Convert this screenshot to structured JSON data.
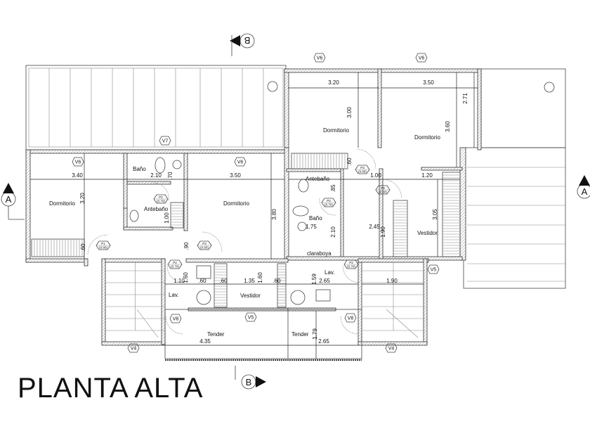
{
  "title": "PLANTA ALTA",
  "section_markers": {
    "a_left": "A",
    "a_right": "A",
    "b_top": "B",
    "b_bottom": "B"
  },
  "rooms": [
    "Dormitorio",
    "Dormitorio",
    "Dormitorio",
    "Baño",
    "Antebaño",
    "Dormitorio",
    "Antebaño",
    "Baño",
    "claraboya",
    "Vestidor",
    "Lav.",
    "Vestidor",
    "Lav.",
    "Tender",
    "Tender"
  ],
  "dimensions": [
    "3.20",
    "3.50",
    "3.00",
    "3.60",
    "2.71",
    "3.40",
    "2.10",
    "3.50",
    "3.20",
    ".70",
    "1.00",
    "3.80",
    ".60",
    ".90",
    ".60",
    "1.00",
    "1.20",
    ".85",
    "1.75",
    "2.10",
    "2.45",
    "1.90",
    "3.05",
    "1.10",
    "1.60",
    ".60",
    ".60",
    "1.35",
    "1.60",
    ".60",
    "1.59",
    "2.65",
    "1.90",
    "4.35",
    "1.79",
    "2.65"
  ],
  "window_tags": [
    "V6",
    "V6",
    "V7",
    "V6",
    "V6",
    "V5",
    "V5",
    "V8",
    "V8",
    "V4",
    "V4"
  ],
  "door_tags": [
    {
      "id": "P1",
      "size": "(0.80)"
    },
    {
      "id": "P2",
      "size": "(0.70)"
    },
    {
      "id": "P3",
      "size": "(0.80)"
    },
    {
      "id": "P2",
      "size": "(0.70)"
    },
    {
      "id": "P3",
      "size": "(0.80)"
    },
    {
      "id": "P3",
      "size": "(0.80)"
    },
    {
      "id": "P2",
      "size": "(0.70)"
    },
    {
      "id": "P2",
      "size": "(0.70)"
    }
  ]
}
